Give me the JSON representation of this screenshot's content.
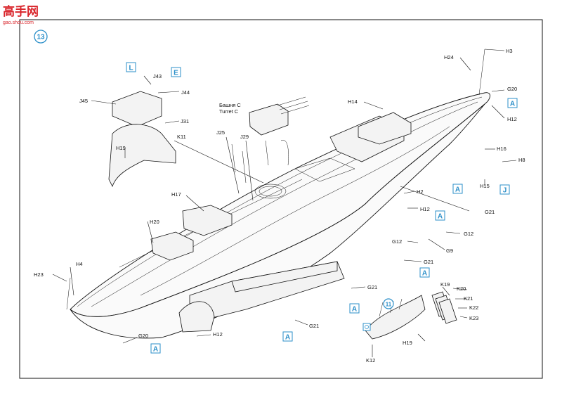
{
  "watermark": {
    "title": "高手网",
    "domain": "gao.shou.com"
  },
  "step_number": "13",
  "turret_label": {
    "line1": "Башня С",
    "line2": "Turret C"
  },
  "part_labels": {
    "H3": "H3",
    "H24": "H24",
    "G20_top": "G20",
    "H12_top": "H12",
    "H14": "H14",
    "J43": "J43",
    "J44": "J44",
    "J45": "J45",
    "J31": "J31",
    "K11": "K11",
    "H19_left": "H19",
    "J25": "J25",
    "J29": "J29",
    "H16": "H16",
    "H8": "H8",
    "H15": "H15",
    "H17": "H17",
    "H2": "H2",
    "G21_right": "G21",
    "H12_mid": "H12",
    "H20": "H20",
    "G12_right": "G12",
    "G12_left": "G12",
    "G9": "G9",
    "G21_mid": "G21",
    "H23": "H23",
    "H4": "H4",
    "G21_lower": "G21",
    "K19": "K19",
    "K20": "K20",
    "K21": "K21",
    "K22": "K22",
    "K23": "K23",
    "G21_bottom": "G21",
    "G20_bottom": "G20",
    "H12_bottom": "H12",
    "H19_bottom": "H19",
    "K12": "K12",
    "sub_11": "11"
  },
  "callouts": {
    "L": "L",
    "E": "E",
    "A1": "A",
    "A2": "A",
    "A3": "A",
    "A4": "A",
    "A5": "A",
    "A6": "A",
    "A7": "A",
    "J": "J"
  },
  "colors": {
    "accent": "#2b8fc9",
    "watermark_red": "#d9262c",
    "ink": "#111111"
  }
}
